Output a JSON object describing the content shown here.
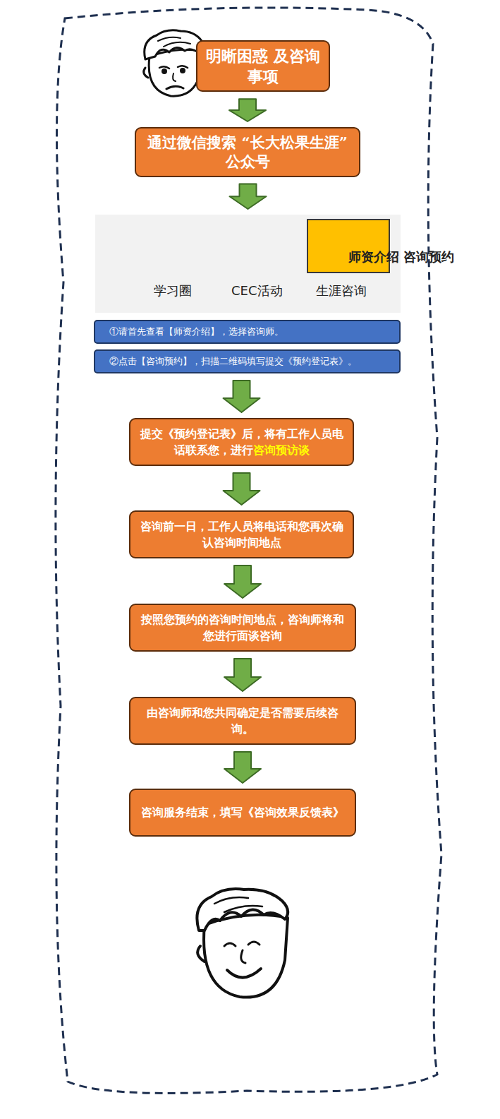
{
  "diagram": {
    "nodes": [
      {
        "text": [
          "明晰困惑 及咨询事项"
        ]
      },
      {
        "text": [
          "通过微信搜索 “长大松果生涯” 公众号"
        ]
      },
      {
        "text": [
          "学习圈",
          "CEC活动",
          "生涯咨询"
        ]
      },
      {
        "text": [
          "师资介绍 咨询预约"
        ],
        "in": 2
      },
      {
        "text": [
          "①请首先查看【师资介绍】，选择咨询师。"
        ]
      },
      {
        "text": [
          "②点击【咨询预约】，扫描二维码填写提交《预约登记表》。"
        ]
      },
      {
        "text": [
          "提交《预约登记表》后，将有工作人员电话联系您，进行",
          "咨询预访谈"
        ]
      },
      {
        "text": [
          "咨询前一日，工作人员将电话和您再次确认咨询时间地点"
        ]
      },
      {
        "text": [
          "按照您预约的咨询时间地点，咨询师将和您进行面谈咨询"
        ]
      },
      {
        "text": [
          "由咨询师和您共同确定是否需要后续咨询。"
        ]
      },
      {
        "text": [
          "咨询服务结束，填写《咨询效果反馈表》"
        ]
      }
    ],
    "edges": [
      {
        "from": 0,
        "to": 1,
        "arrow": "to"
      },
      {
        "from": 1,
        "to": 2,
        "arrow": "to"
      },
      {
        "from": 5,
        "to": 6,
        "arrow": "to"
      },
      {
        "from": 6,
        "to": 7,
        "arrow": "to"
      },
      {
        "from": 7,
        "to": 8,
        "arrow": "to"
      },
      {
        "from": 8,
        "to": 9,
        "arrow": "to"
      },
      {
        "from": 9,
        "to": 10,
        "arrow": "to"
      }
    ]
  }
}
